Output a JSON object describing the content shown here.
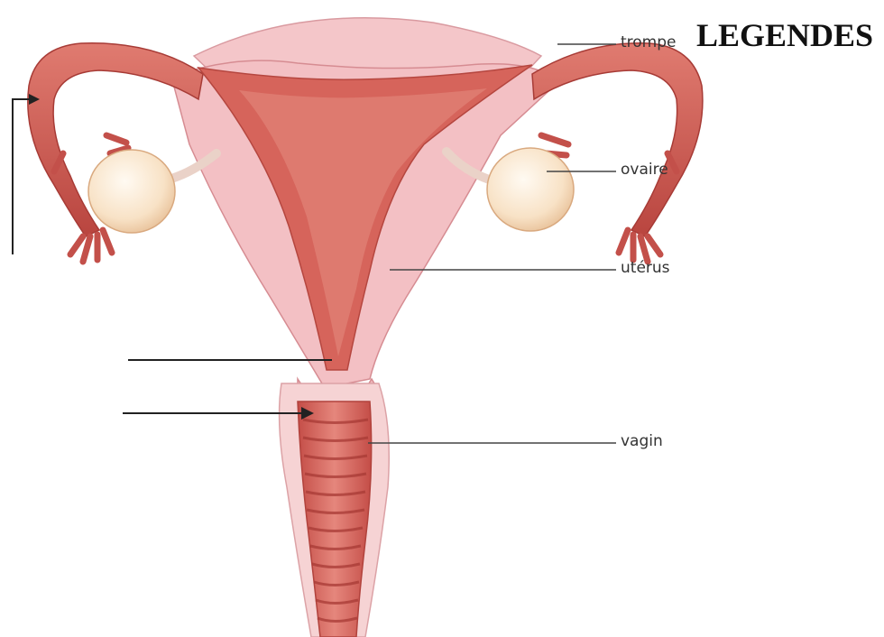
{
  "legend": {
    "heading": "LEGENDES :"
  },
  "labels": {
    "trompe": "trompe",
    "ovaire": "ovaire",
    "uterus": "utérus",
    "vagin": "vagin"
  },
  "colors": {
    "tissue_dark": "#c5504a",
    "tissue_mid": "#d96b60",
    "tissue_light": "#f2c3c6",
    "ovary": "#f7e3c8",
    "leader_line": "#444444"
  }
}
